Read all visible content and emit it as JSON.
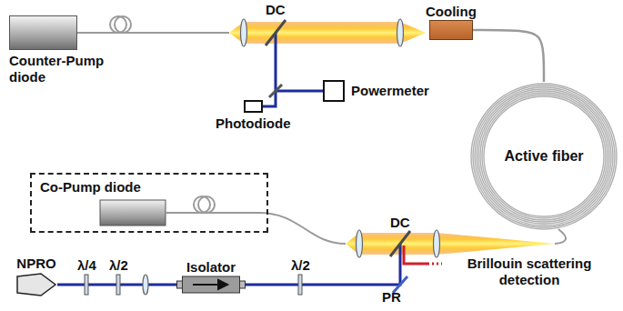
{
  "diagram": {
    "nodes": [
      {
        "text": [
          "Counter-Pump diode"
        ]
      },
      {
        "text": [
          "Cooling"
        ]
      },
      {
        "text": [
          "Powermeter"
        ]
      },
      {
        "text": [
          "Photodiode"
        ]
      },
      {
        "text": [
          "Active fiber"
        ]
      },
      {
        "text": [
          "Co-Pump diode"
        ]
      },
      {
        "text": [
          "NPRO"
        ]
      },
      {
        "text": [
          "Isolator"
        ]
      }
    ],
    "edges": [
      {
        "from": 1,
        "to": 4,
        "arrow": "none"
      }
    ],
    "labels": [
      "DC",
      "DC",
      "Brillouin scattering detection",
      "PR",
      "λ/4",
      "λ/2",
      "λ/2"
    ]
  }
}
